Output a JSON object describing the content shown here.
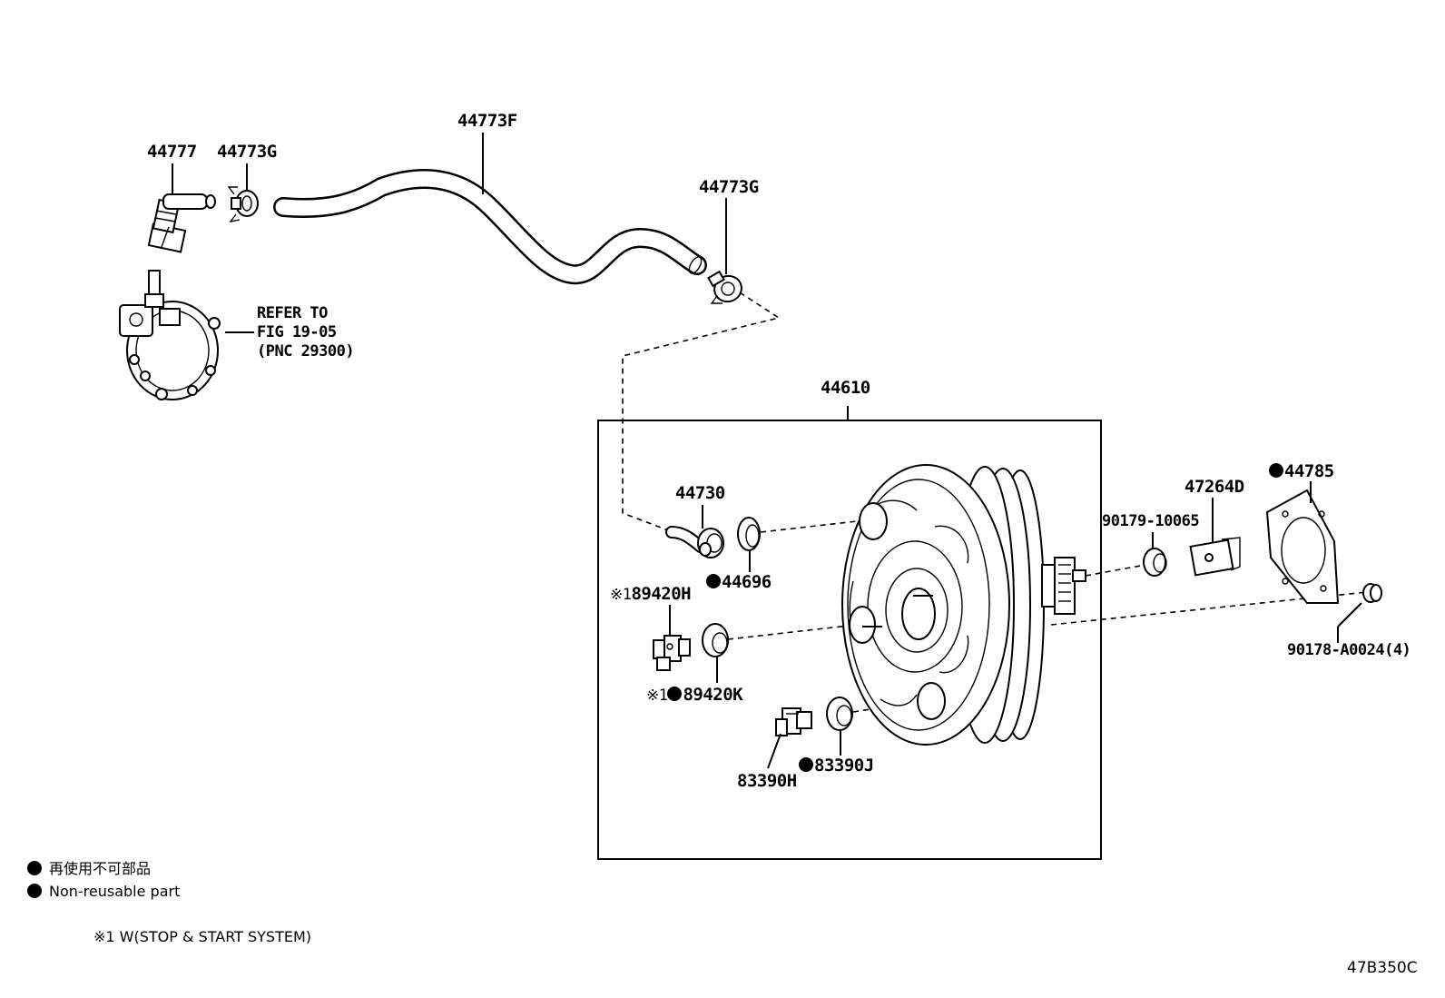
{
  "labels": {
    "p44777": "44777",
    "p44773g_1": "44773G",
    "p44773f": "44773F",
    "p44773g_2": "44773G",
    "refer_line1": "REFER TO",
    "refer_line2": "FIG 19-05",
    "refer_line3": "(PNC 29300)",
    "p44610": "44610",
    "p44730": "44730",
    "p44696": "44696",
    "p89420h": "89420H",
    "p89420k": "89420K",
    "p83390h": "83390H",
    "p83390j": "83390J",
    "p90179": "90179-10065",
    "p47264d": "47264D",
    "p44785": "44785",
    "p90178": "90178-A0024(4)",
    "asterisk1": "※1",
    "asterisk2": "※1"
  },
  "legend": {
    "jp": "再使用不可部品",
    "en": "Non-reusable part",
    "note": "※1 W(STOP & START SYSTEM)"
  },
  "diagram_code": "47B350C"
}
